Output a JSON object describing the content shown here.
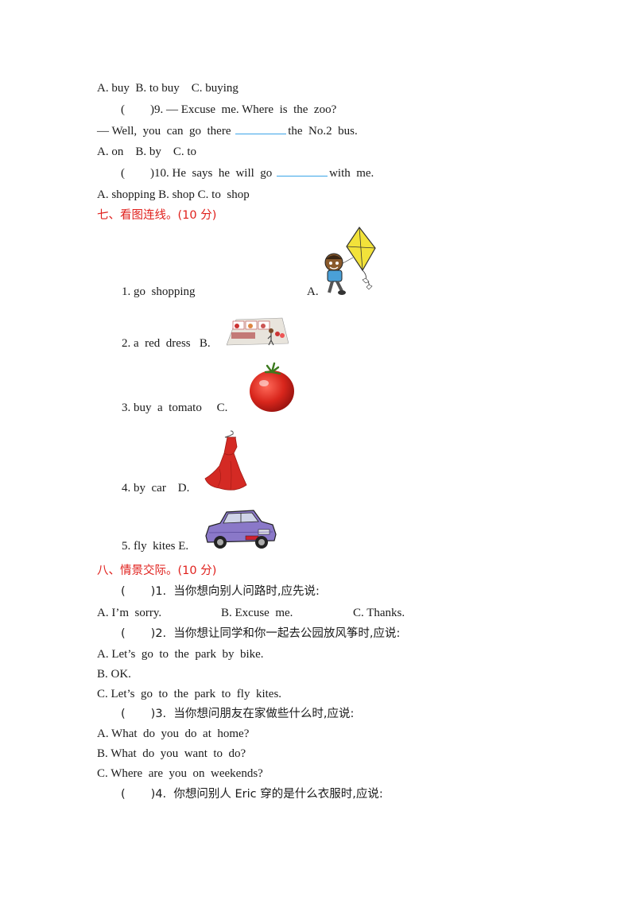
{
  "mc": {
    "q8_options": "A. buy  B. to buy    C. buying",
    "q9_stem": ")9. — Excuse  me. Where  is  the  zoo?",
    "q9_answer_pre": "— Well,  you  can  go  there ",
    "q9_answer_post": "the  No.2  bus.",
    "q9_options": "A. on    B. by    C. to",
    "q10_stem_pre": ")10. He  says  he  will  go ",
    "q10_stem_post": "with  me.",
    "q10_options": "A. shopping B. shop C. to  shop",
    "paren_open": "("
  },
  "section7": {
    "title": "七、看图连线。(10 分)",
    "items": [
      "1. go  shopping",
      "2. a  red  dress   B.",
      "3. buy  a  tomato     C.",
      "4. by  car    D.",
      "5. fly  kites E."
    ],
    "item1_letter": "A."
  },
  "section8": {
    "title": "八、情景交际。(10 分)",
    "q1_stem": ")1.  当你想向别人问路时,应先说:",
    "q1_opt_a": "A. I’m  sorry.",
    "q1_opt_b": "B. Excuse  me.",
    "q1_opt_c": "C. Thanks.",
    "q2_stem": ")2.  当你想让同学和你一起去公园放风筝时,应说:",
    "q2_options": [
      "A. Let’s  go  to  the  park  by  bike.",
      "B. OK.",
      "C. Let’s  go  to  the  park  to  fly  kites."
    ],
    "q3_stem": ")3.  当你想问朋友在家做些什么时,应说:",
    "q3_options": [
      "A. What  do  you  do  at  home?",
      "B. What  do  you  want  to  do?",
      "C. Where  are  you  on  weekends?"
    ],
    "q4_stem": ")4.  你想问别人 Eric 穿的是什么衣服时,应说:"
  },
  "colors": {
    "heading_red": "#e0201c",
    "blank_blue": "#3aa4e8",
    "tomato_red": "#d8261c",
    "dress_red": "#d42a24",
    "car_purple": "#8a78c8",
    "kite_yellow": "#f2e23a"
  }
}
